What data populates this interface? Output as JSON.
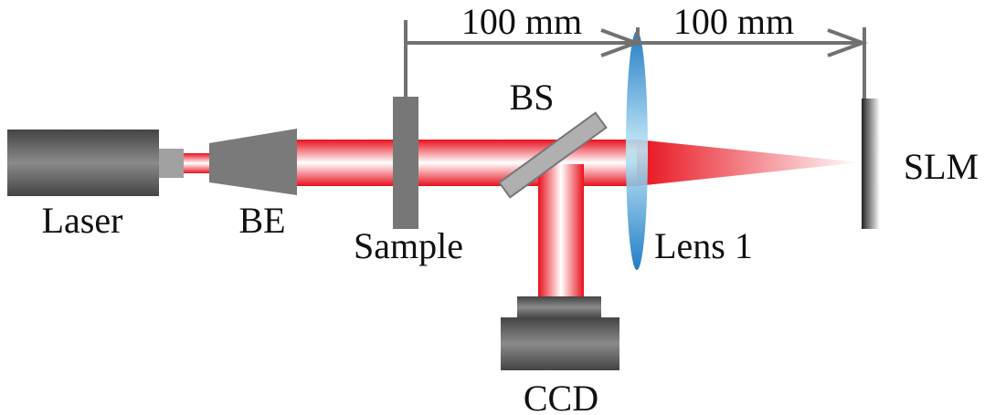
{
  "labels": {
    "laser": "Laser",
    "be": "BE",
    "sample": "Sample",
    "bs": "BS",
    "lens": "Lens 1",
    "slm": "SLM",
    "ccd": "CCD",
    "dist1": "100 mm",
    "dist2": "100 mm"
  },
  "colors": {
    "beam": "#ee1c25",
    "dimension": "#737070",
    "lens": "#0a84cc",
    "component": "#7a7a7a"
  }
}
